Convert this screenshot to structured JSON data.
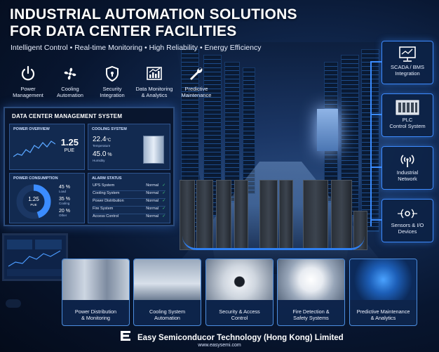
{
  "header": {
    "title_line1": "INDUSTRIAL AUTOMATION SOLUTIONS",
    "title_line2": "FOR DATA CENTER FACILITIES",
    "subtitle": "Intelligent Control • Real-time Monitoring • High Reliability • Energy Efficiency"
  },
  "features": [
    {
      "icon": "power-icon",
      "label1": "Power",
      "label2": "Management"
    },
    {
      "icon": "fan-icon",
      "label1": "Cooling",
      "label2": "Automation"
    },
    {
      "icon": "shield-icon",
      "label1": "Security",
      "label2": "Integration"
    },
    {
      "icon": "chart-icon",
      "label1": "Data Monitoring",
      "label2": "& Analytics"
    },
    {
      "icon": "wrench-icon",
      "label1": "Predictive",
      "label2": "Maintenance"
    }
  ],
  "dashboard": {
    "title": "DATA CENTER MANAGEMENT SYSTEM",
    "power_overview": {
      "title": "POWER OVERVIEW",
      "value": "1.25",
      "unit": "PUE"
    },
    "cooling_system": {
      "title": "COOLING SYSTEM",
      "temperature": "22.4",
      "temperature_unit": "°C",
      "temperature_label": "Temperature",
      "humidity": "45.0",
      "humidity_unit": "%",
      "humidity_label": "Humidity"
    },
    "power_consumption": {
      "title": "POWER CONSUMPTION",
      "center_value": "1.25",
      "center_unit": "PUE",
      "rows": [
        {
          "value": "45",
          "unit": "%",
          "label": "Load"
        },
        {
          "value": "35",
          "unit": "%",
          "label": "Cooling"
        },
        {
          "value": "20",
          "unit": "%",
          "label": "Other"
        }
      ]
    },
    "alarm_status": {
      "title": "ALARM STATUS",
      "rows": [
        {
          "name": "UPS System",
          "status": "Normal"
        },
        {
          "name": "Cooling System",
          "status": "Normal"
        },
        {
          "name": "Power Distribution",
          "status": "Normal"
        },
        {
          "name": "Fire System",
          "status": "Normal"
        },
        {
          "name": "Access Control",
          "status": "Normal"
        }
      ]
    }
  },
  "right_column": [
    {
      "icon": "monitor-icon",
      "label1": "SCADA / BMS",
      "label2": "Integration"
    },
    {
      "icon": "plc-icon",
      "label1": "PLC",
      "label2": "Control System"
    },
    {
      "icon": "antenna-icon",
      "label1": "Industrial",
      "label2": "Network"
    },
    {
      "icon": "sensor-icon",
      "label1": "Sensors & I/O",
      "label2": "Devices"
    }
  ],
  "bottom_cards": [
    {
      "label1": "Power Distribution",
      "label2": "& Monitoring"
    },
    {
      "label1": "Cooling System",
      "label2": "Automation"
    },
    {
      "label1": "Security & Access",
      "label2": "Control"
    },
    {
      "label1": "Fire Detection &",
      "label2": "Safety Systems"
    },
    {
      "label1": "Predictive Maintenance",
      "label2": "& Analytics"
    }
  ],
  "footer": {
    "company": "Easy Semiconducor Technology (Hong Kong) Limited",
    "url": "www.easysemi.com"
  },
  "colors": {
    "accent": "#3b8cff",
    "background": "#071226",
    "ok_green": "#4ade80",
    "donut_primary": "#3b8cff",
    "donut_secondary": "#7fb6ff"
  }
}
